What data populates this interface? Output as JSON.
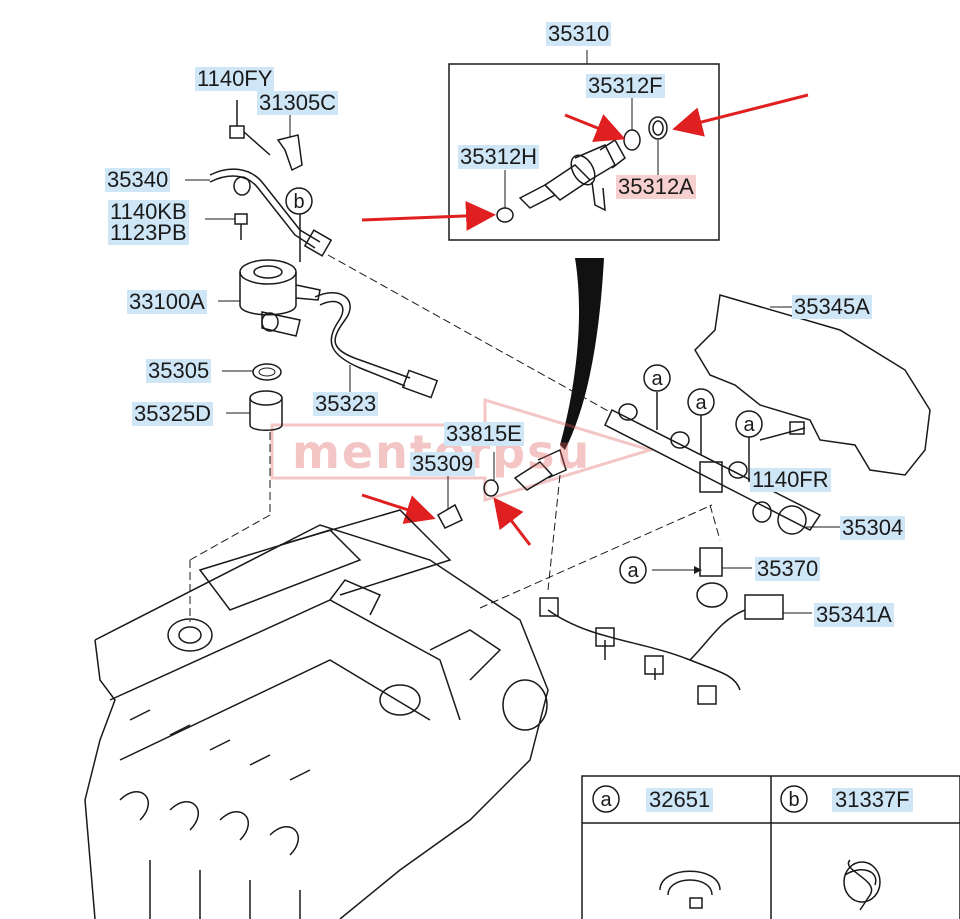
{
  "watermark": "mentorpsu",
  "labels": {
    "p35310": "35310",
    "p35312F": "35312F",
    "p35312H": "35312H",
    "p35312A": "35312A",
    "p1140FY": "1140FY",
    "p31305C": "31305C",
    "p35340": "35340",
    "p1140KB": "1140KB",
    "p1123PB": "1123PB",
    "p33100A": "33100A",
    "p35305": "35305",
    "p35323": "35323",
    "p35325D": "35325D",
    "p33815E": "33815E",
    "p35309": "35309",
    "p35345A": "35345A",
    "p1140FR": "1140FR",
    "p35304": "35304",
    "p35370": "35370",
    "p35341A": "35341A"
  },
  "callouts": {
    "a": "a",
    "b": "b"
  },
  "legend": {
    "a_key": "a",
    "a_code": "32651",
    "b_key": "b",
    "b_code": "31337F"
  },
  "colors": {
    "line": "#1a1a1a",
    "label_bg": "#cfe6f7",
    "highlight_bg": "#f6cfcf",
    "arrow": "#e02020"
  }
}
